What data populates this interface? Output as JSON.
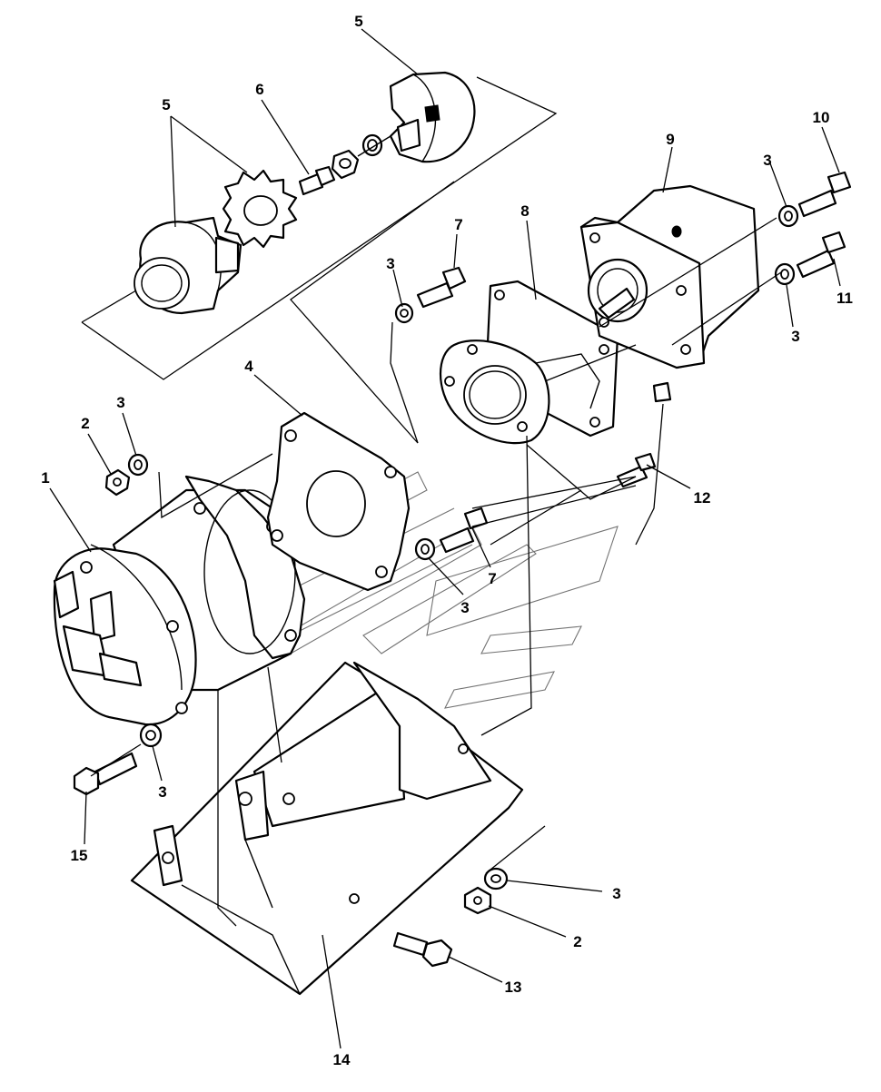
{
  "callouts": [
    {
      "id": "c1",
      "label": "1"
    },
    {
      "id": "c2a",
      "label": "2"
    },
    {
      "id": "c2b",
      "label": "2"
    },
    {
      "id": "c3a",
      "label": "3"
    },
    {
      "id": "c3b",
      "label": "3"
    },
    {
      "id": "c3c",
      "label": "3"
    },
    {
      "id": "c3d",
      "label": "3"
    },
    {
      "id": "c3e",
      "label": "3"
    },
    {
      "id": "c3f",
      "label": "3"
    },
    {
      "id": "c3g",
      "label": "3"
    },
    {
      "id": "c4",
      "label": "4"
    },
    {
      "id": "c5a",
      "label": "5"
    },
    {
      "id": "c5b",
      "label": "5"
    },
    {
      "id": "c6",
      "label": "6"
    },
    {
      "id": "c7a",
      "label": "7"
    },
    {
      "id": "c7b",
      "label": "7"
    },
    {
      "id": "c8",
      "label": "8"
    },
    {
      "id": "c9",
      "label": "9"
    },
    {
      "id": "c10",
      "label": "10"
    },
    {
      "id": "c11",
      "label": "11"
    },
    {
      "id": "c12",
      "label": "12"
    },
    {
      "id": "c13",
      "label": "13"
    },
    {
      "id": "c14",
      "label": "14"
    },
    {
      "id": "c15",
      "label": "15"
    }
  ],
  "colors": {
    "line": "#000000",
    "background": "#ffffff"
  }
}
